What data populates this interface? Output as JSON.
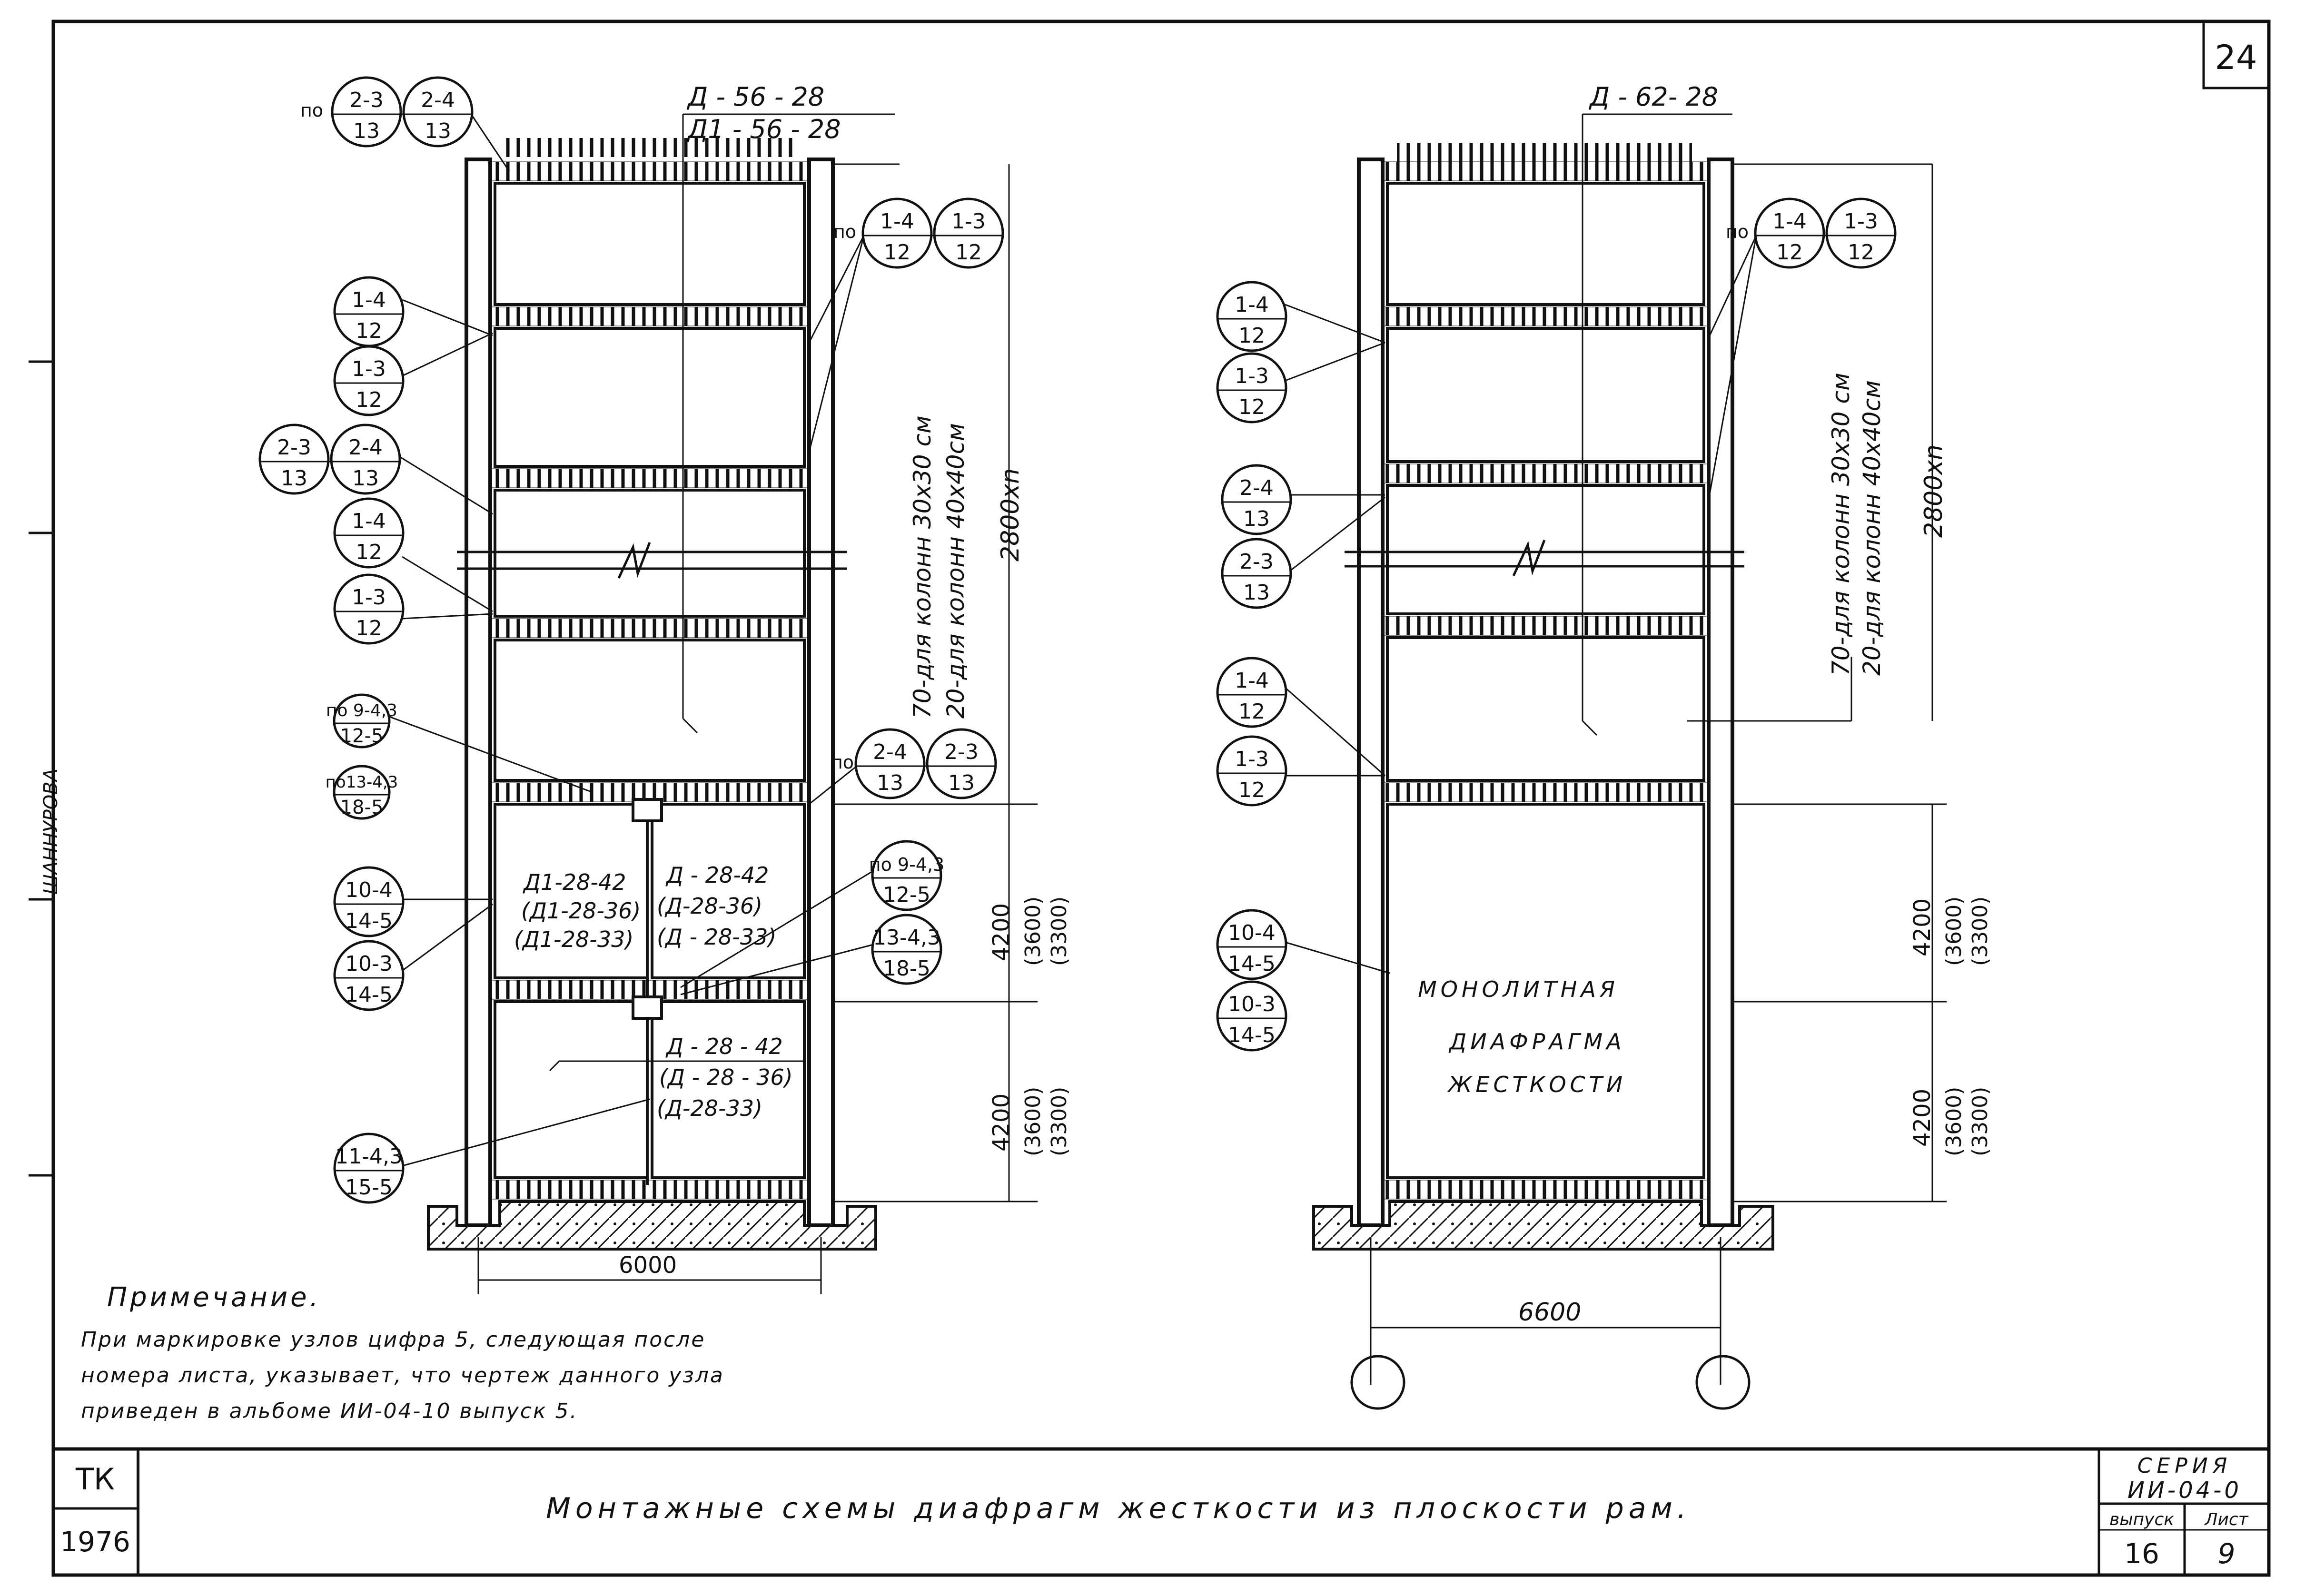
{
  "sheet_number": "24",
  "left_frame": {
    "mark": "Д - 56 - 28",
    "mark_alt": "Д1 - 56 - 28",
    "top_left_nodes": [
      "по",
      "2-3",
      "13",
      "2-4",
      "13"
    ],
    "top_right_nodes": [
      "по",
      "1-4",
      "12",
      "1-3",
      "12"
    ],
    "side_nodes_a": [
      [
        "1-4",
        "12"
      ],
      [
        "1-3",
        "12"
      ]
    ],
    "side_pair_b": [
      [
        "2-3",
        "13"
      ],
      [
        "2-4",
        "13"
      ]
    ],
    "side_nodes_c": [
      [
        "1-4",
        "12"
      ],
      [
        "1-3",
        "12"
      ]
    ],
    "po_9_43": [
      "по 9-4,3",
      "12-5"
    ],
    "po_13_43": [
      "по13-4,3",
      "18-5"
    ],
    "low_nodes": [
      [
        "10-4",
        "14-5"
      ],
      [
        "10-3",
        "14-5"
      ]
    ],
    "node_11": [
      "11-4,3",
      "15-5"
    ],
    "right_mid_nodes": [
      "по",
      "2-4",
      "13",
      "2-3",
      "13"
    ],
    "right_low_nodes": [
      [
        "по 9-4,3",
        "12-5"
      ],
      [
        "13-4,3",
        "18-5"
      ]
    ],
    "panel_upper_left": [
      "Д1-28-42",
      "(Д1-28-36)",
      "(Д1-28-33)"
    ],
    "panel_upper_right": [
      "Д - 28-42",
      "(Д-28-36)",
      "(Д - 28-33)"
    ],
    "panel_lower": [
      "Д - 28 - 42",
      "(Д - 28 - 36)",
      "(Д-28-33)"
    ],
    "columns_note": [
      "70-для колонн  30х30 см",
      "20-для колонн  40х40см"
    ],
    "height_dim": "2800хn",
    "floor_dims": [
      [
        "4200",
        "(3600)",
        "(3300)"
      ],
      [
        "4200",
        "(3600)",
        "(3300)"
      ]
    ],
    "width_dim": "6000"
  },
  "right_frame": {
    "mark": "Д - 62- 28",
    "top_right_nodes": [
      "по",
      "1-4",
      "12",
      "1-3",
      "12"
    ],
    "side_nodes_a": [
      [
        "1-4",
        "12"
      ],
      [
        "1-3",
        "12"
      ]
    ],
    "side_nodes_b": [
      [
        "2-4",
        "13"
      ],
      [
        "2-3",
        "13"
      ]
    ],
    "side_nodes_c": [
      [
        "1-4",
        "12"
      ],
      [
        "1-3",
        "12"
      ]
    ],
    "low_nodes": [
      [
        "10-4",
        "14-5"
      ],
      [
        "10-3",
        "14-5"
      ]
    ],
    "monolith_label": [
      "МОНОЛИТНАЯ",
      "ДИАФРАГМА",
      "ЖЕСТКОСТИ"
    ],
    "columns_note": [
      "70-для колонн  30х30 см",
      "20-для колонн  40х40см"
    ],
    "height_dim": "2800хn",
    "floor_dims": [
      [
        "4200",
        "(3600)",
        "(3300)"
      ],
      [
        "4200",
        "(3600)",
        "(3300)"
      ]
    ],
    "width_dim": "6600"
  },
  "note": {
    "title": "Примечание.",
    "lines": [
      "При маркировке узлов цифра 5, следующая после",
      "номера листа, указывает, что чертеж данного узла",
      "приведен в альбоме ИИ-04-10 выпуск 5."
    ]
  },
  "margin_signature": "ШАННУРОВА",
  "title_block": {
    "org": "ТК",
    "year": "1976",
    "title": "Монтажные   схемы   диафрагм   жесткости   из   плоскости   рам.",
    "series_label": "СЕРИЯ",
    "series_value": "ИИ-04-0",
    "issue_label": "выпуск",
    "issue_value": "16",
    "sheet_label": "Лист",
    "sheet_value": "9"
  }
}
